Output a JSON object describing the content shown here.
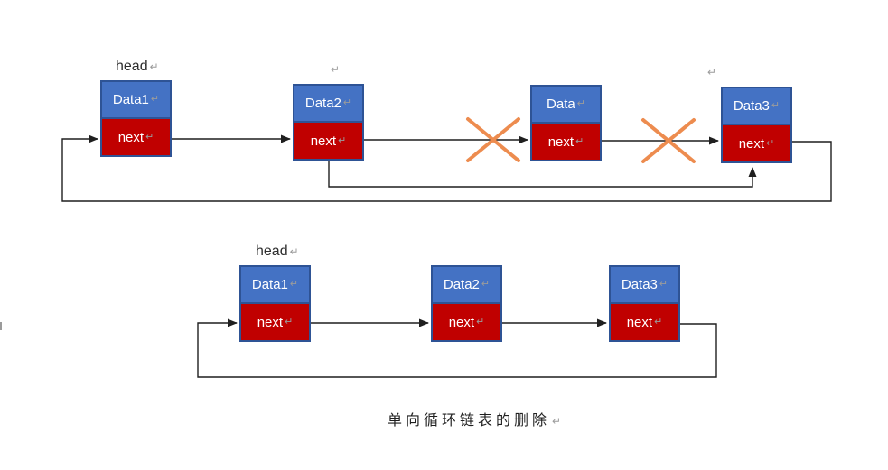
{
  "caption": {
    "text": "单向循环链表的删除",
    "mark": "↵"
  },
  "colors": {
    "node-blue": "#4472C4",
    "node-red": "#C00000",
    "node-border": "#2E5395",
    "node-text": "#FFFFFF",
    "line": "#1f1f1f",
    "cross": "#ED8C4F",
    "mark-gray": "#9B9B9B",
    "label-text": "#2E2E2E"
  },
  "top_diagram": {
    "head_label": {
      "text": "head",
      "mark": "↵"
    },
    "nodes": [
      {
        "data": "Data1",
        "data_mark": "↵",
        "next": "next",
        "next_mark": "↵"
      },
      {
        "data": "Data2",
        "data_mark": "↵",
        "next": "next",
        "next_mark": "↵"
      },
      {
        "data": "Data",
        "data_mark": "↵",
        "next": "next",
        "next_mark": "↵"
      },
      {
        "data": "Data3",
        "data_mark": "↵",
        "next": "next",
        "next_mark": "↵"
      }
    ],
    "stray_mark_above_data2": "↵",
    "stray_mark_above_data3": "↵"
  },
  "bottom_diagram": {
    "head_label": {
      "text": "head",
      "mark": "↵"
    },
    "nodes": [
      {
        "data": "Data1",
        "data_mark": "↵",
        "next": "next",
        "next_mark": "↵"
      },
      {
        "data": "Data2",
        "data_mark": "↵",
        "next": "next",
        "next_mark": "↵"
      },
      {
        "data": "Data3",
        "data_mark": "↵",
        "next": "next",
        "next_mark": "↵"
      }
    ]
  }
}
